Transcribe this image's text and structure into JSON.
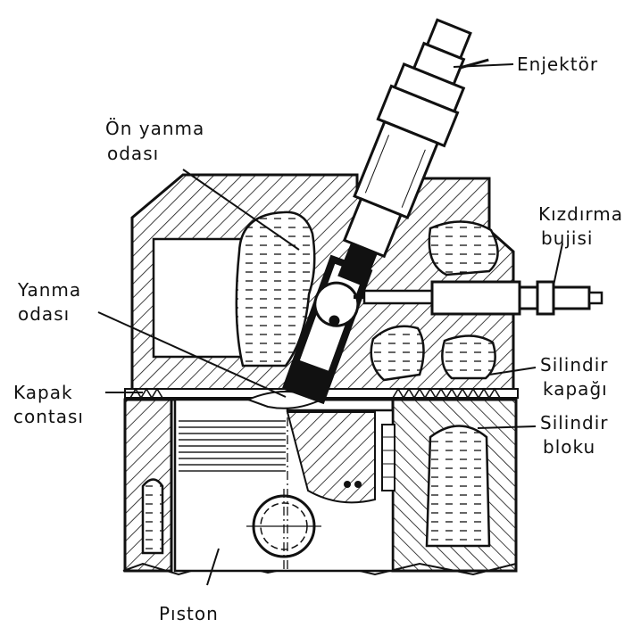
{
  "labels": {
    "injector": "Enjektör",
    "prechamber_1": "Ön yanma",
    "prechamber_2": "odası",
    "glow_1": "Kızdırma",
    "glow_2": "bujisi",
    "combustion_1": "Yanma",
    "combustion_2": "odası",
    "head_1": "Silindir",
    "head_2": "kapağı",
    "gasket_1": "Kapak",
    "gasket_2": "contası",
    "block_1": "Silindir",
    "block_2": "bloku",
    "piston": "Pıston"
  }
}
